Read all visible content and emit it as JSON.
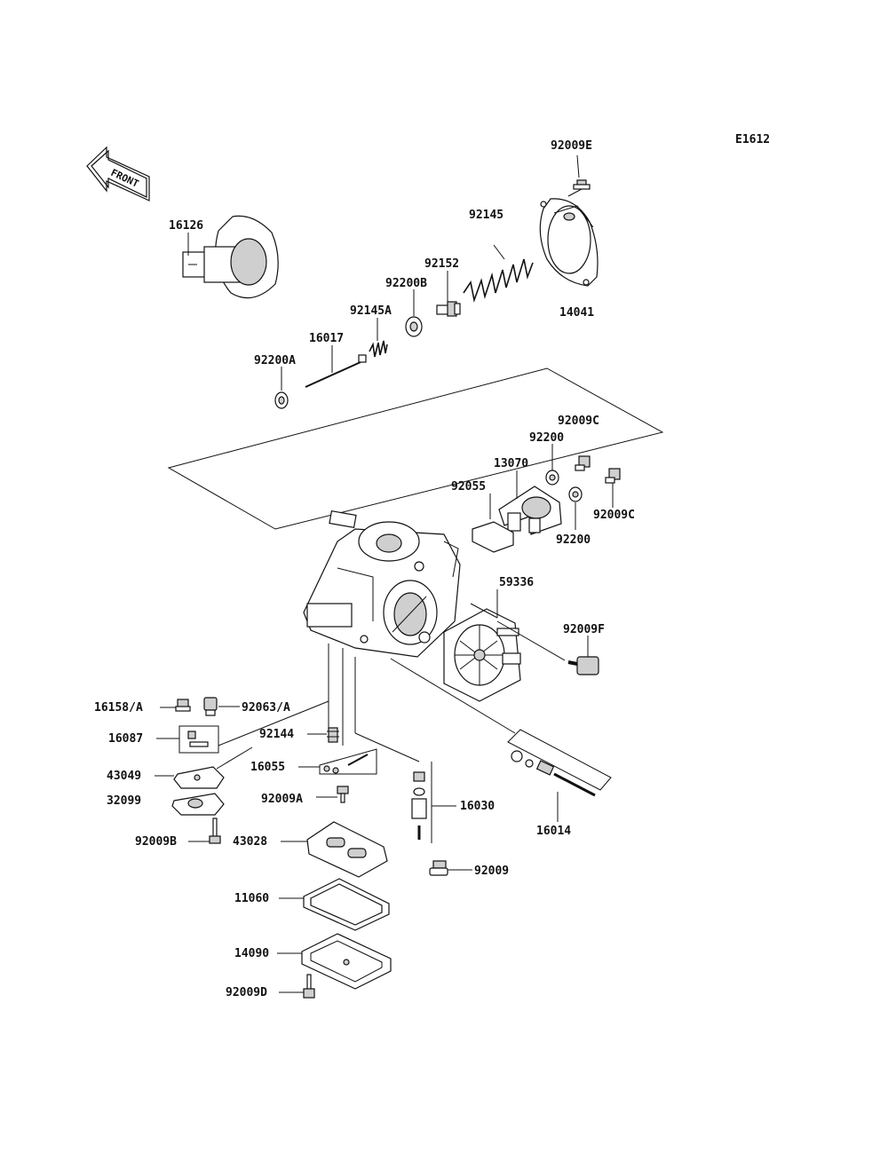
{
  "diagram": {
    "id_label": "E1612",
    "front_label": "FRONT",
    "parts": {
      "p92009E": "92009E",
      "p92145": "92145",
      "p92152": "92152",
      "p92200B": "92200B",
      "p14041": "14041",
      "p92145A": "92145A",
      "p16017": "16017",
      "p92200A": "92200A",
      "p16126": "16126",
      "p92009C_a": "92009C",
      "p92200_a": "92200",
      "p13070": "13070",
      "p92055": "92055",
      "p92009C_b": "92009C",
      "p92200_b": "92200",
      "p59336": "59336",
      "p92009F": "92009F",
      "p16158A": "16158/A",
      "p92063A": "92063/A",
      "p16087": "16087",
      "p92144": "92144",
      "p16055": "16055",
      "p43049": "43049",
      "p32099": "32099",
      "p92009A": "92009A",
      "p16030": "16030",
      "p16014": "16014",
      "p92009B": "92009B",
      "p43028": "43028",
      "p92009": "92009",
      "p11060": "11060",
      "p14090": "14090",
      "p92009D": "92009D"
    }
  }
}
